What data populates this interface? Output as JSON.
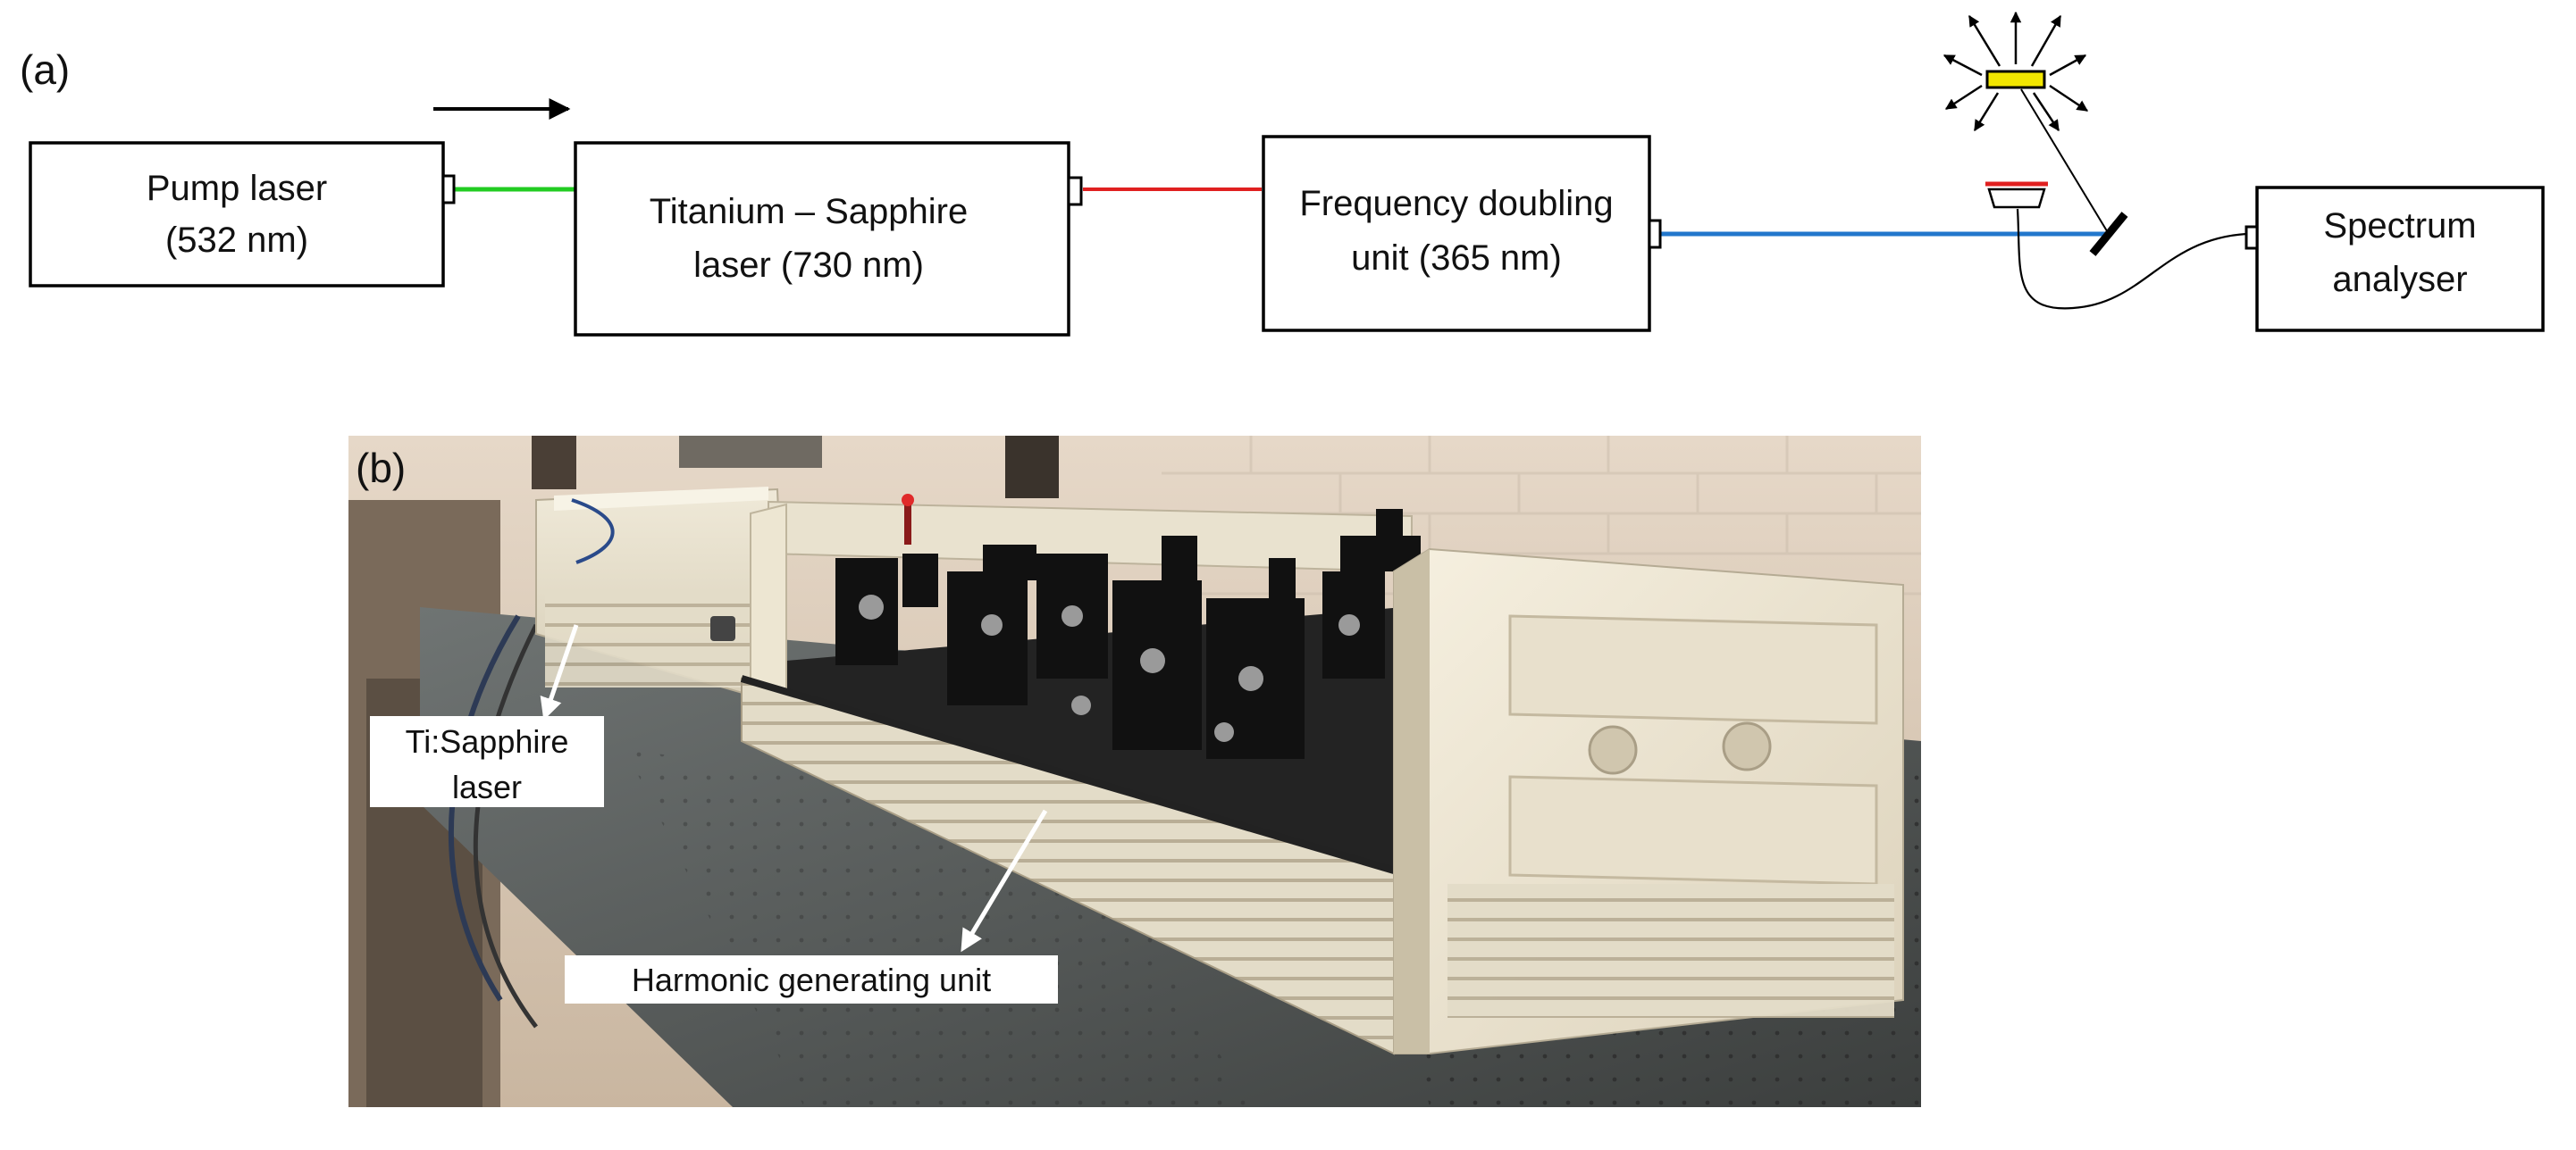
{
  "panel_a": {
    "label": "(a)",
    "boxes": {
      "pump": {
        "line1": "Pump laser",
        "line2": "(532 nm)"
      },
      "tisapph": {
        "line1": "Titanium – Sapphire",
        "line2": "laser (730 nm)"
      },
      "doubler": {
        "line1": "Frequency doubling",
        "line2": "unit (365 nm)"
      },
      "spectrum": {
        "line1": "Spectrum",
        "line2": "analyser"
      }
    },
    "colors": {
      "green_beam": "#22cc22",
      "red_beam": "#e02020",
      "blue_beam": "#2277cc",
      "sample": "#f2e600",
      "outline": "#000000"
    }
  },
  "panel_b": {
    "label": "(b)",
    "annotations": {
      "tisapph": {
        "line1": "Ti:Sapphire",
        "line2": "laser"
      },
      "harmonic": "Harmonic generating unit"
    }
  }
}
